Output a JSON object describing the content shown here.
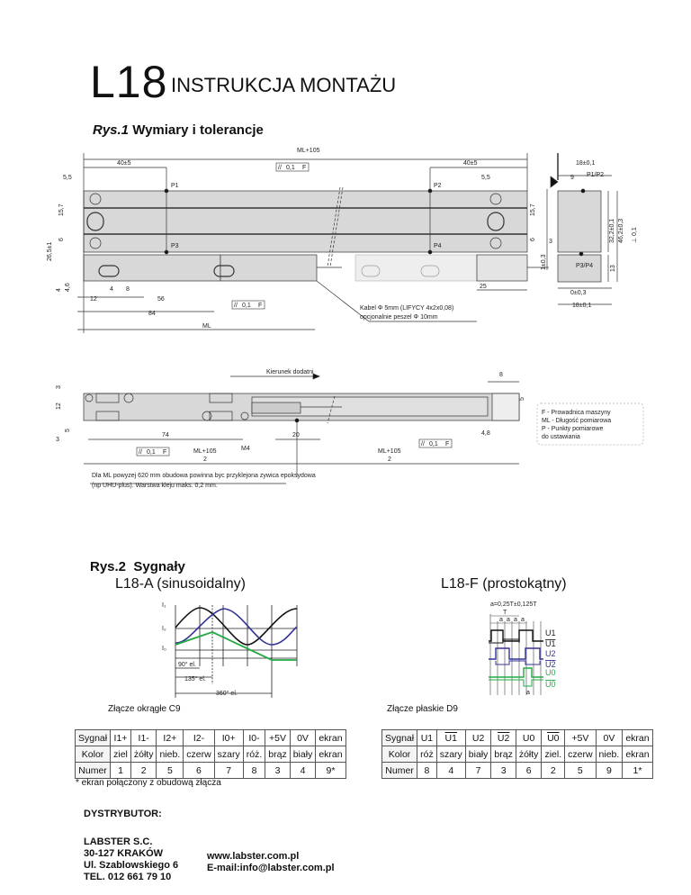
{
  "header": {
    "model": "L18",
    "title": "INSTRUKCJA MONTAŻU"
  },
  "rys1": {
    "prefix": "Rys.1",
    "title": "Wymiary i tolerancje"
  },
  "drawing1": {
    "total": "ML+105",
    "left40": "40±5",
    "right40": "40±5",
    "tol": "0,1",
    "datum": "F",
    "par": "//",
    "d55a": "5,5",
    "d55b": "5,5",
    "p1": "P1",
    "p2": "P2",
    "p3": "P3",
    "p4": "P4",
    "d157a": "15,7",
    "d157b": "15,7",
    "d6a": "6",
    "d6b": "6",
    "d265": "26,5±1",
    "d4": "4",
    "d46": "4,6",
    "d4b": "4",
    "d8": "8",
    "d12": "12",
    "d56": "56",
    "d84": "84",
    "ml": "ML",
    "d25": "25",
    "cable1": "Kabel Φ 5mm (LIFYCY 4x2x0,08)",
    "cable2": "opcjonalnie peszel Φ 10mm",
    "s18a": "18±0,1",
    "s9": "9",
    "sp12": "P1/P2",
    "s322": "32,2±0,1",
    "s462": "46,2±0,3",
    "s3": "3",
    "s1": "1±0,3",
    "sp34": "P3/P4",
    "s13": "13",
    "s0": "0±0,3",
    "s18b": "18±0,1",
    "perp": "⊥ 0,1"
  },
  "drawing2": {
    "direction": "Kierunek dodatni",
    "d8": "8",
    "d3": "3",
    "d12": "12",
    "d5": "5",
    "d5b": "5",
    "d3b": "3",
    "d74": "74",
    "d20": "20",
    "d48": "4,8",
    "m4": "M4",
    "half_num1": "ML+105",
    "half_den1": "2",
    "half_num2": "ML+105",
    "half_den2": "2",
    "note1": "Dla  ML powyzej 620 mm obudowa powinna byc przyklejona zywica epoksydowa",
    "note2": "(np  UHU-plus). Warstwa kleju maks. 0,2 mm.",
    "legend": [
      "F   - Prowadnica maszyny",
      "ML - Długość pomiarowa",
      "P   - Punkty pomiarowe",
      "        do ustawiania"
    ]
  },
  "rys2": {
    "prefix": "Rys.2",
    "title": "Sygnały"
  },
  "sine": {
    "title": "L18-A (sinusoidalny)",
    "i1": "I₁",
    "i2": "I₂",
    "i0": "I₀",
    "a90": "90° el.",
    "a135": "135° el.",
    "a360": "360° el.",
    "colors": {
      "i1": "#111111",
      "i2": "#333399",
      "i0": "#22aa44"
    }
  },
  "square": {
    "title": "L18-F (prostokątny)",
    "formula": "a=0,25T±0,125T",
    "T": "T",
    "a": "a",
    "u1": "U1",
    "u1n": "U1",
    "u2": "U2",
    "u2n": "U2",
    "u0": "U0",
    "u0n": "U0"
  },
  "c9": {
    "title": "Złącze okrągłe C9",
    "rows": [
      [
        "Sygnał",
        "I1+",
        "I1-",
        "I2+",
        "I2-",
        "I0+",
        "I0-",
        "+5V",
        "0V",
        "ekran"
      ],
      [
        "Kolor",
        "ziel",
        "żółty",
        "nieb.",
        "czerw",
        "szary",
        "róż.",
        "brąz",
        "biały",
        "ekran"
      ],
      [
        "Numer",
        "1",
        "2",
        "5",
        "6",
        "7",
        "8",
        "3",
        "4",
        "9*"
      ]
    ],
    "footnote": "* ekran połączony z obudową złącza"
  },
  "d9": {
    "title": "Złącze płaskie D9",
    "rows": [
      [
        "Sygnał",
        "U1",
        "U1",
        "U2",
        "U2",
        "U0",
        "U0",
        "+5V",
        "0V",
        "ekran"
      ],
      [
        "Kolor",
        "róż",
        "szary",
        "biały",
        "brąz",
        "żółty",
        "ziel.",
        "czerw",
        "nieb.",
        "ekran"
      ],
      [
        "Numer",
        "8",
        "4",
        "7",
        "3",
        "6",
        "2",
        "5",
        "9",
        "1*"
      ]
    ]
  },
  "distributor": {
    "label": "DYSTRYBUTOR:",
    "lines": [
      "LABSTER S.C.",
      "30-127 KRAKÓW",
      "Ul. Szablowskiego 6",
      "TEL. 012 661 79 10"
    ],
    "www": "www.labster.com.pl",
    "email": "E-mail:info@labster.com.pl"
  }
}
